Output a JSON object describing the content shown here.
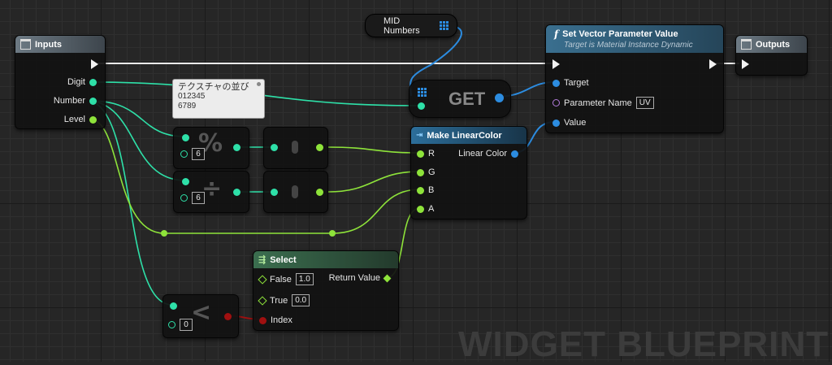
{
  "inputs_node": {
    "title": "Inputs",
    "pins": [
      "Digit",
      "Number",
      "Level"
    ]
  },
  "outputs_node": {
    "title": "Outputs"
  },
  "mid_numbers": {
    "label": "MID Numbers"
  },
  "get_node": {
    "label": "GET"
  },
  "comment": {
    "lines": [
      "テクスチャの並び",
      "012345",
      "6789"
    ]
  },
  "mod_node": {
    "glyph": "%",
    "value": "6"
  },
  "div_node": {
    "glyph": "÷",
    "value": "6"
  },
  "less_node": {
    "glyph": "<",
    "value": "0"
  },
  "make_color": {
    "title": "Make LinearColor",
    "inputs": [
      "R",
      "G",
      "B",
      "A"
    ],
    "output": "Linear Color"
  },
  "set_vector": {
    "title": "Set Vector Parameter Value",
    "subtitle": "Target is Material Instance Dynamic",
    "pins": {
      "target": "Target",
      "param_name": "Parameter Name",
      "param_value": "UV",
      "value": "Value"
    }
  },
  "select_node": {
    "title": "Select",
    "false_label": "False",
    "false_value": "1.0",
    "true_label": "True",
    "true_value": "0.0",
    "index_label": "Index",
    "return_label": "Return Value"
  },
  "watermark": "WIDGET BLUEPRINT",
  "colors": {
    "exec": "#f2f2f2",
    "int": "#2ee0a8",
    "float": "#8ee33a",
    "object": "#2c8ce0",
    "bool": "#a01010",
    "name": "#b07ad8"
  }
}
